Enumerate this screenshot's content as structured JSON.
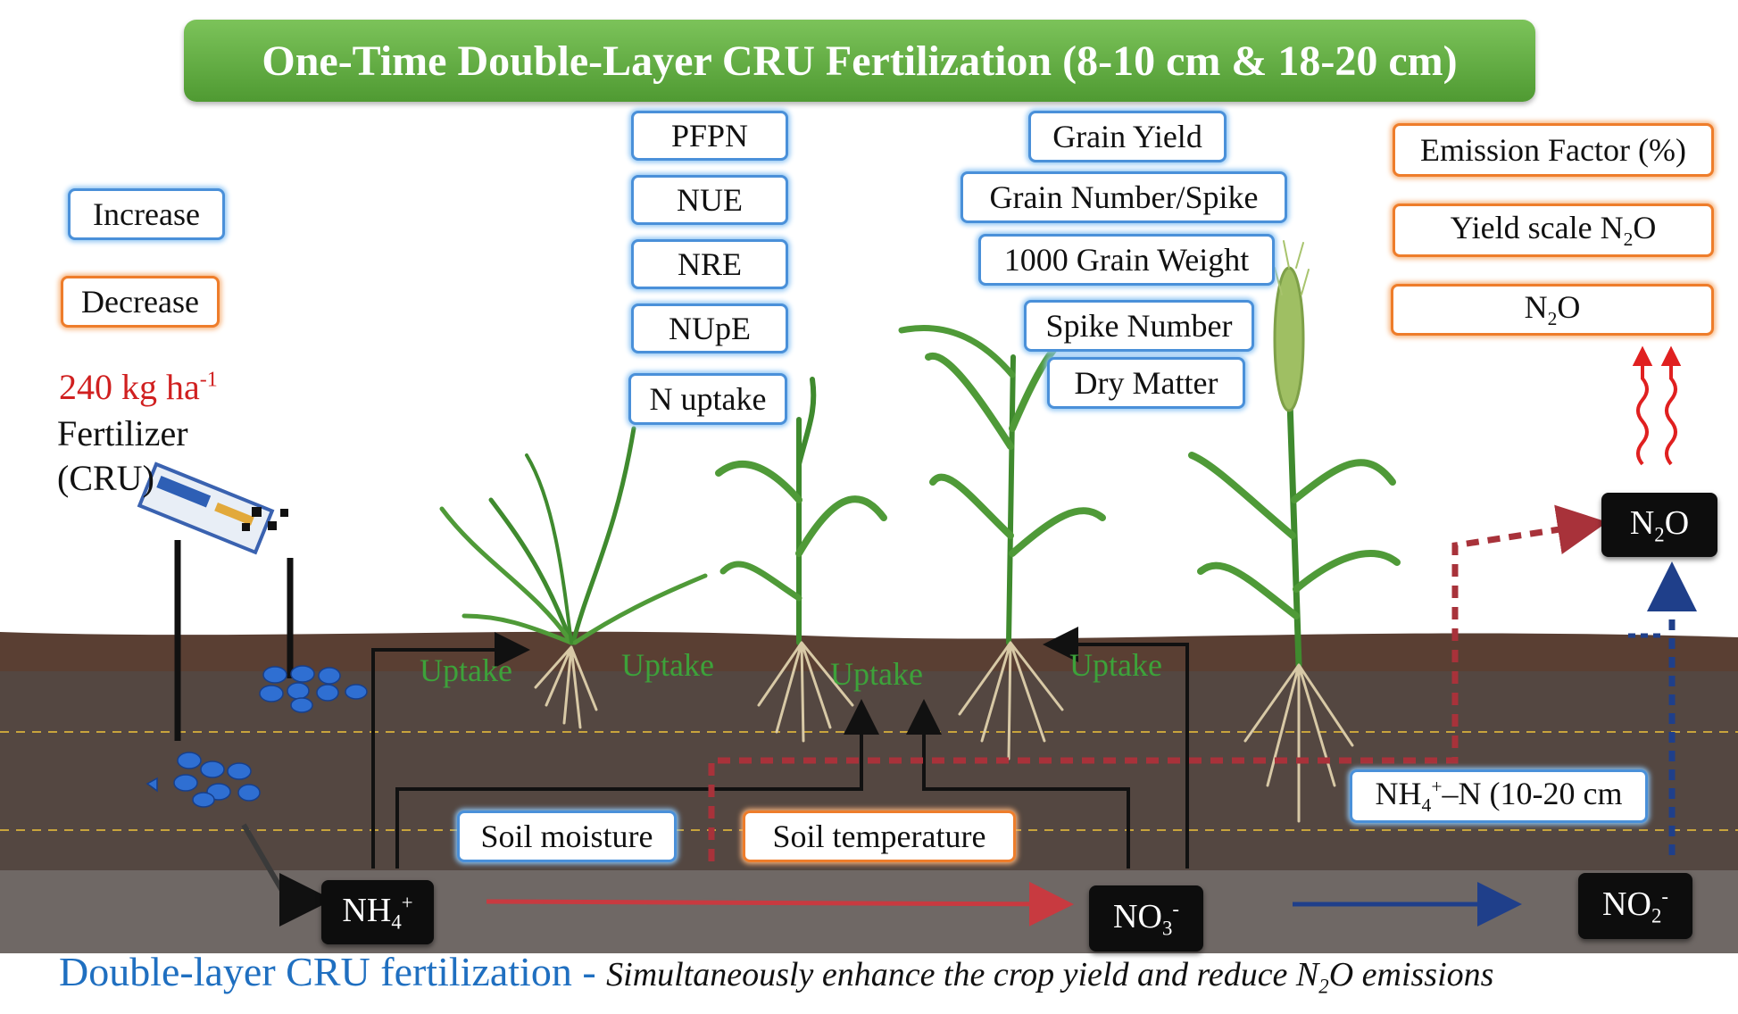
{
  "title": "One-Time Double-Layer CRU Fertilization (8-10 cm & 18-20 cm)",
  "legend": {
    "increase": "Increase",
    "decrease": "Decrease"
  },
  "fertilizer": {
    "rate": "240 kg ha",
    "rate_sup": "-1",
    "line1": "Fertilizer",
    "line2": "(CRU)"
  },
  "n_efficiency": [
    {
      "base": "PFPN"
    },
    {
      "base": "NUE"
    },
    {
      "base": "NRE"
    },
    {
      "base": "NUpE"
    },
    {
      "base": "N uptake"
    }
  ],
  "yield_components": [
    {
      "base": "Grain Yield"
    },
    {
      "base": "Grain Number/Spike"
    },
    {
      "base": "1000 Grain Weight"
    },
    {
      "base": "Spike Number"
    },
    {
      "base": "Dry Matter"
    }
  ],
  "emission_labels": [
    {
      "base": "Emission Factor (%)",
      "sub": "",
      "tail": ""
    },
    {
      "base": "Yield scale N",
      "sub": "2",
      "tail": "O"
    },
    {
      "base": "N",
      "sub": "2",
      "tail": "O"
    }
  ],
  "uptake_label": "Uptake",
  "soil_labels": {
    "moisture": "Soil moisture",
    "temperature": "Soil temperature"
  },
  "nh4n_label": {
    "a": "NH",
    "sub": "4",
    "sup": "+",
    "b": "–N (10-20 cm"
  },
  "chemicals": {
    "nh4": {
      "base": "NH",
      "sub": "4",
      "sup": "+"
    },
    "no3": {
      "base": "NO",
      "sub": "3",
      "sup": "-"
    },
    "no2": {
      "base": "NO",
      "sub": "2",
      "sup": "-"
    },
    "n2o": {
      "base": "N",
      "sub": "2",
      "tail": "O"
    }
  },
  "footer": {
    "lead": "Double-layer CRU fertilization -",
    "rest_a": "Simultaneously enhance the crop yield and reduce N",
    "rest_sub": "2",
    "rest_b": "O emissions"
  },
  "colors": {
    "increase": "#4a90d9",
    "decrease": "#ee7d2b",
    "banner": "#5aab3c",
    "rate_text": "#d02020",
    "footer_lead": "#1f6fc0",
    "uptake_text": "#3da23a",
    "red_flow": "#a8323a",
    "blue_flow": "#1f3f8a"
  }
}
